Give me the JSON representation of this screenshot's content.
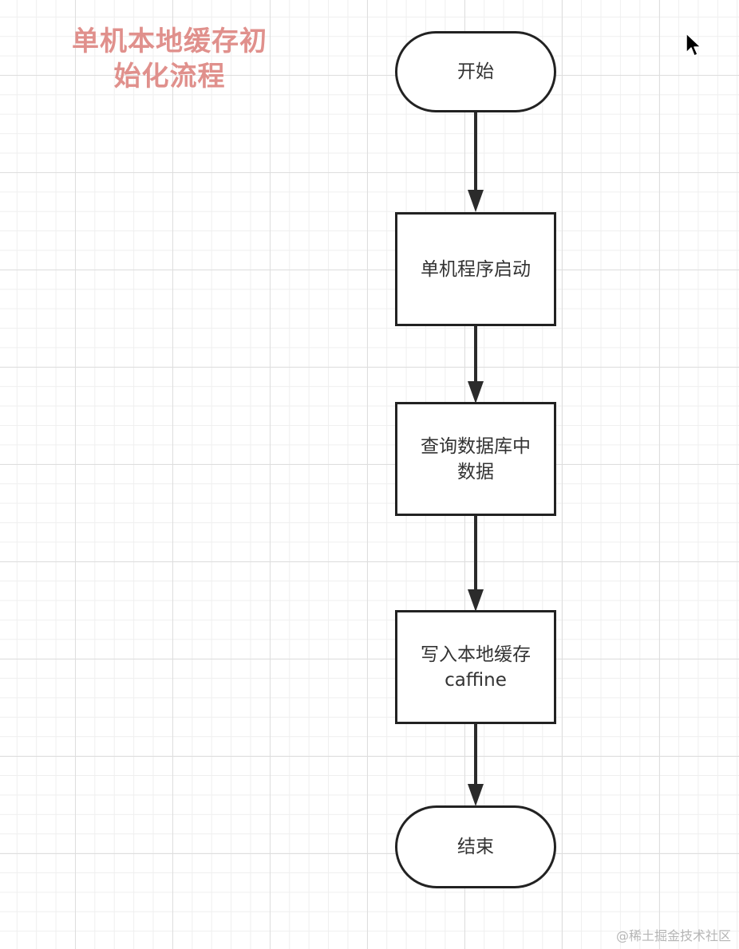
{
  "diagram": {
    "title": "单机本地缓存初\n始化流程",
    "nodes": [
      {
        "id": "start",
        "label": "开始",
        "shape": "terminal"
      },
      {
        "id": "launch",
        "label": "单机程序启动",
        "shape": "process"
      },
      {
        "id": "query",
        "label": "查询数据库中\n数据",
        "shape": "process"
      },
      {
        "id": "write",
        "label": "写入本地缓存\ncaffine",
        "shape": "process"
      },
      {
        "id": "end",
        "label": "结束",
        "shape": "terminal"
      }
    ],
    "edges": [
      {
        "from": "start",
        "to": "launch"
      },
      {
        "from": "launch",
        "to": "query"
      },
      {
        "from": "query",
        "to": "write"
      },
      {
        "from": "write",
        "to": "end"
      }
    ]
  },
  "watermark": "@稀土掘金技术社区",
  "colors": {
    "title": "#e0908c",
    "stroke": "#222222",
    "text": "#333333",
    "grid": "#dedede"
  }
}
